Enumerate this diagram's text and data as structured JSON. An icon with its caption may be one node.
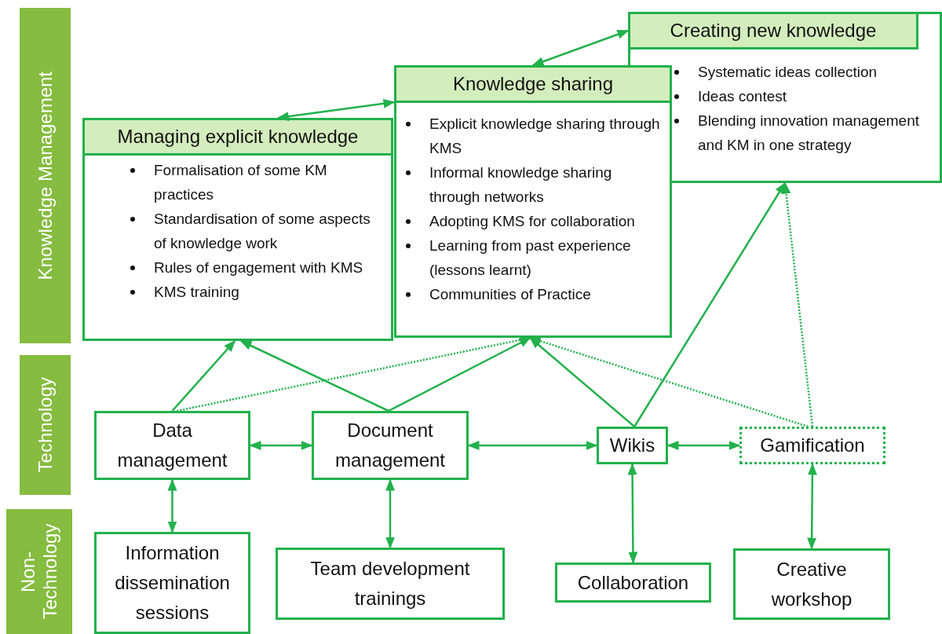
{
  "diagram": {
    "nodes": [
      {
        "text": [
          "Knowledge Management"
        ]
      },
      {
        "text": [
          "Technology"
        ]
      },
      {
        "text": [
          "Non-Technology"
        ]
      },
      {
        "text": [
          "Creating new knowledge",
          "Systematic ideas collection",
          "Ideas contest",
          "Blending innovation management and KM in one strategy"
        ]
      },
      {
        "text": [
          "Knowledge sharing",
          "Explicit knowledge sharing through KMS",
          "Informal knowledge sharing through networks",
          "Adopting KMS for collaboration",
          "Learning from past experience (lessons learnt)",
          "Communities of Practice"
        ]
      },
      {
        "text": [
          "Managing explicit knowledge",
          "Formalisation of some KM practices",
          "Standardisation of some aspects of knowledge work",
          "Rules of engagement with KMS",
          "KMS training"
        ]
      },
      {
        "text": [
          "Data management"
        ]
      },
      {
        "text": [
          "Document management"
        ]
      },
      {
        "text": [
          "Wikis"
        ]
      },
      {
        "text": [
          "Gamification"
        ]
      },
      {
        "text": [
          "Information dissemination sessions"
        ]
      },
      {
        "text": [
          "Team development trainings"
        ]
      },
      {
        "text": [
          "Collaboration"
        ]
      },
      {
        "text": [
          "Creative workshop"
        ]
      }
    ],
    "edges": [
      {
        "from": 4,
        "to": 3,
        "arrow": "both"
      },
      {
        "from": 5,
        "to": 4,
        "arrow": "both"
      },
      {
        "from": 6,
        "to": 5,
        "arrow": "to"
      },
      {
        "from": 7,
        "to": 5,
        "arrow": "to"
      },
      {
        "from": 6,
        "to": 4,
        "arrow": "to",
        "style": "dashed"
      },
      {
        "from": 7,
        "to": 4,
        "arrow": "to"
      },
      {
        "from": 8,
        "to": 4,
        "arrow": "to"
      },
      {
        "from": 9,
        "to": 4,
        "arrow": "to",
        "style": "dashed"
      },
      {
        "from": 8,
        "to": 3,
        "arrow": "to"
      },
      {
        "from": 9,
        "to": 3,
        "arrow": "to",
        "style": "dashed"
      },
      {
        "from": 6,
        "to": 7,
        "arrow": "both"
      },
      {
        "from": 7,
        "to": 8,
        "arrow": "both"
      },
      {
        "from": 8,
        "to": 9,
        "arrow": "both"
      },
      {
        "from": 6,
        "to": 10,
        "arrow": "both"
      },
      {
        "from": 7,
        "to": 11,
        "arrow": "both"
      },
      {
        "from": 8,
        "to": 12,
        "arrow": "both"
      },
      {
        "from": 9,
        "to": 13,
        "arrow": "both"
      }
    ]
  }
}
